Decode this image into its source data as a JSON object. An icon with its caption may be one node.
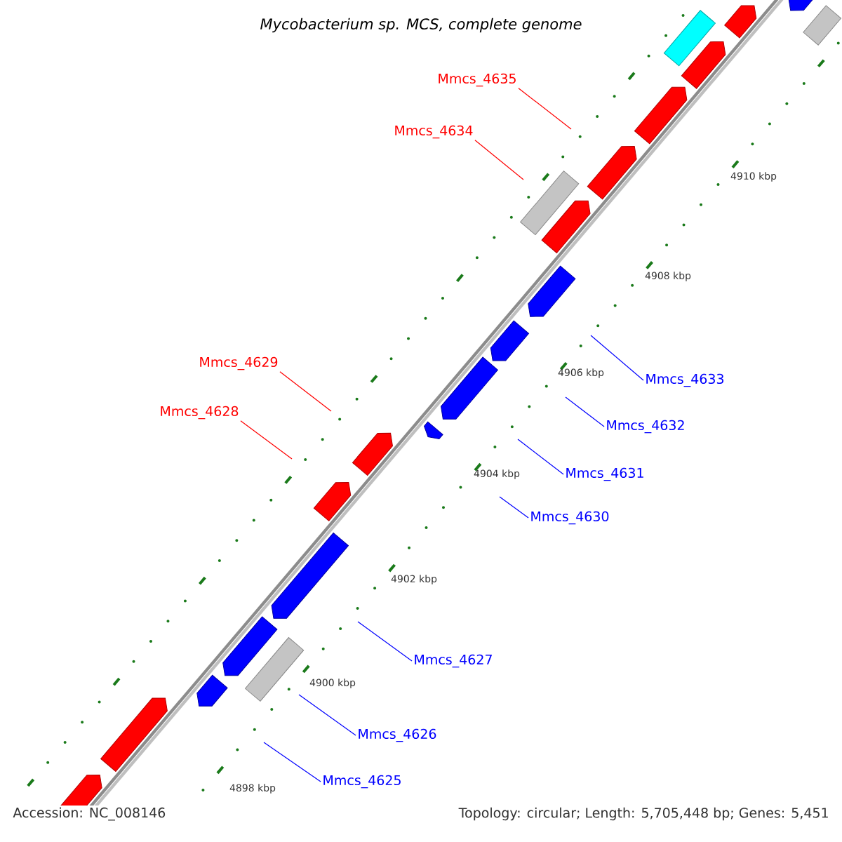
{
  "diagram": {
    "title": "Mycobacterium sp. MCS, complete genome",
    "nodes": [
      {
        "text": [
          "Mmcs_4635"
        ]
      },
      {
        "text": [
          "Mmcs_4634"
        ]
      },
      {
        "text": [
          "Mmcs_4629"
        ]
      },
      {
        "text": [
          "Mmcs_4633"
        ]
      },
      {
        "text": [
          "Mmcs_4628"
        ]
      },
      {
        "text": [
          "Mmcs_4632"
        ]
      },
      {
        "text": [
          "Mmcs_4631"
        ]
      },
      {
        "text": [
          "Mmcs_4630"
        ]
      },
      {
        "text": [
          "Mmcs_4627"
        ]
      },
      {
        "text": [
          "Mmcs_4626"
        ]
      },
      {
        "text": [
          "Mmcs_4625"
        ]
      }
    ],
    "edges": [
      {
        "from": 0,
        "to": null,
        "arrow": "none",
        "color": "#ff0000"
      },
      {
        "from": 1,
        "to": null,
        "arrow": "none",
        "color": "#ff0000"
      },
      {
        "from": 2,
        "to": null,
        "arrow": "none",
        "color": "#ff0000"
      },
      {
        "from": 3,
        "to": null,
        "arrow": "none"
      },
      {
        "from": 4,
        "to": null,
        "arrow": "none",
        "color": "#ff0000"
      },
      {
        "from": 5,
        "to": null,
        "arrow": "none"
      },
      {
        "from": 6,
        "to": null,
        "arrow": "none"
      },
      {
        "from": 7,
        "to": null,
        "arrow": "none"
      },
      {
        "from": 8,
        "to": null,
        "arrow": "none"
      },
      {
        "from": 9,
        "to": null,
        "arrow": "none"
      },
      {
        "from": 10,
        "to": null,
        "arrow": "none"
      }
    ],
    "labels": [
      "4910 kbp",
      "4908 kbp",
      "4906 kbp",
      "4904 kbp",
      "4902 kbp",
      "4900 kbp",
      "4898 kbp",
      "Accession: NC_008146",
      "Topology: circular; Length: 5,705,448 bp; Genes: 5,451"
    ]
  }
}
